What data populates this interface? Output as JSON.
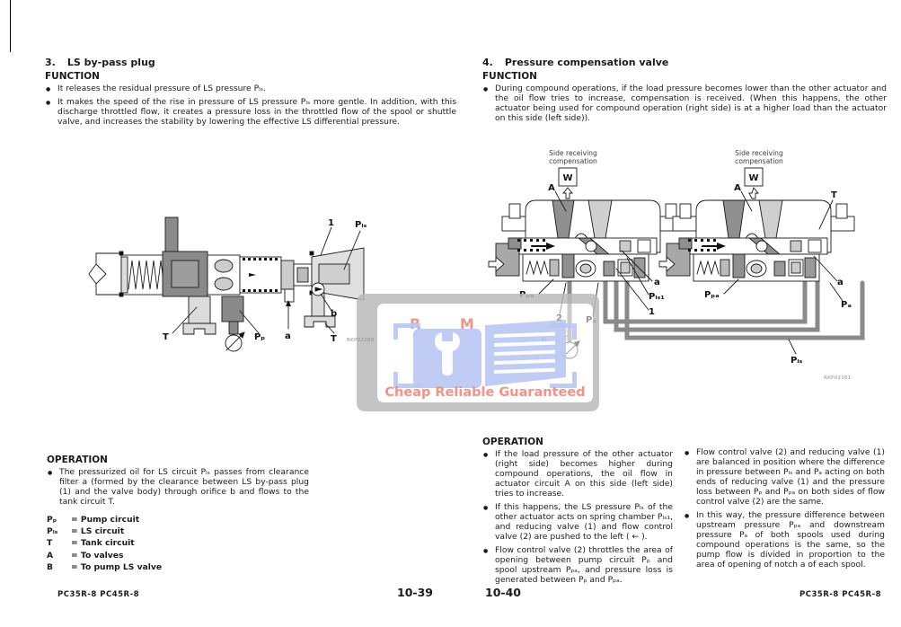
{
  "watermark": {
    "brand": "R M",
    "tagline": "Cheap Reliable Guaranteed",
    "accent_blue": "#b9c7f3",
    "accent_red": "#ee8c85"
  },
  "left_page": {
    "section_label": "3.",
    "section_title": "LS by-pass plug",
    "function_heading": "FUNCTION",
    "function_bullets": [
      "It releases the residual pressure of LS pressure Pₗₛ.",
      "It makes the speed of the rise in pressure of LS pressure Pₗₛ more gentle. In addition, with this discharge throttled flow, it creates a pressure loss in the throttled flow of the spool or shuttle valve, and increases the stability by lowering the effective LS differential pressure."
    ],
    "diagram": {
      "plug_label": "1",
      "pls_label": "Pₗₛ",
      "tank_label": "T",
      "pump_label": "Pₚ",
      "filter_label": "a",
      "orifice_label": "b",
      "tank2_label": "T",
      "figure_code": "RKP02280"
    },
    "operation_heading": "OPERATION",
    "operation_bullets": [
      "The pressurized oil for LS circuit Pₗₛ passes from clearance filter a (formed by the clearance between LS by-pass plug (1) and the valve body) through orifice b and flows to the tank circuit T."
    ],
    "legend": [
      {
        "sym": "Pₚ",
        "def": "= Pump circuit"
      },
      {
        "sym": "Pₗₛ",
        "def": "= LS circuit"
      },
      {
        "sym": "T",
        "def": "= Tank circuit"
      },
      {
        "sym": "A",
        "def": "= To valves"
      },
      {
        "sym": "B",
        "def": "= To pump LS valve"
      }
    ],
    "footer_models": "PC35R-8   PC45R-8",
    "footer_page": "10-39"
  },
  "right_page": {
    "section_label": "4.",
    "section_title": "Pressure compensation valve",
    "function_heading": "FUNCTION",
    "function_bullets": [
      "During compound operations, if the load pressure becomes lower than the other actuator and the oil flow tries to increase, compensation is received. (When this happens, the other actuator being used for compound operation (right side) is at a higher load than the actuator on this side (left side))."
    ],
    "diagram": {
      "caption_line1": "Side receiving",
      "caption_line2": "compensation",
      "w_label": "W",
      "a_port_label": "A",
      "t_label": "T",
      "ppa_label": "Pₚₐ",
      "pa_label": "Pₐ",
      "pp_label": "Pₚ",
      "pls1_label": "Pₗₛ₁",
      "pls_label": "Pₗₛ",
      "notch_label": "a",
      "valve1_label": "1",
      "valve2_label": "2",
      "figure_code": "RKP02161"
    },
    "operation_heading": "OPERATION",
    "operation_col1_bullets": [
      "If the load pressure of the other actuator (right side) becomes higher during compound operations, the oil flow in actuator circuit A on this side (left side) tries to increase.",
      "If this happens, the LS pressure Pₗₛ of the other actuator acts on spring chamber Pₗₛ₁, and reducing valve (1) and flow control valve (2) are pushed to the left ( ← ).",
      "Flow control valve (2) throttles the area of opening between pump circuit Pₚ and spool upstream Pₚₐ, and pressure loss is generated between Pₚ and Pₚₐ."
    ],
    "operation_col2_bullets": [
      "Flow control valve (2) and reducing valve (1) are balanced in position where the difference in pressure between Pₗₛ and Pₐ acting on both ends of reducing valve (1) and the pressure loss between Pₚ and Pₚₐ on both sides of flow control valve (2) are the same.",
      "In this way, the pressure difference between upstream pressure Pₚₐ and downstream pressure Pₐ of both spools used during compound operations is the same, so the pump flow is divided in proportion to the area of opening of notch a of each spool."
    ],
    "footer_page": "10-40",
    "footer_models": "PC35R-8   PC45R-8"
  }
}
